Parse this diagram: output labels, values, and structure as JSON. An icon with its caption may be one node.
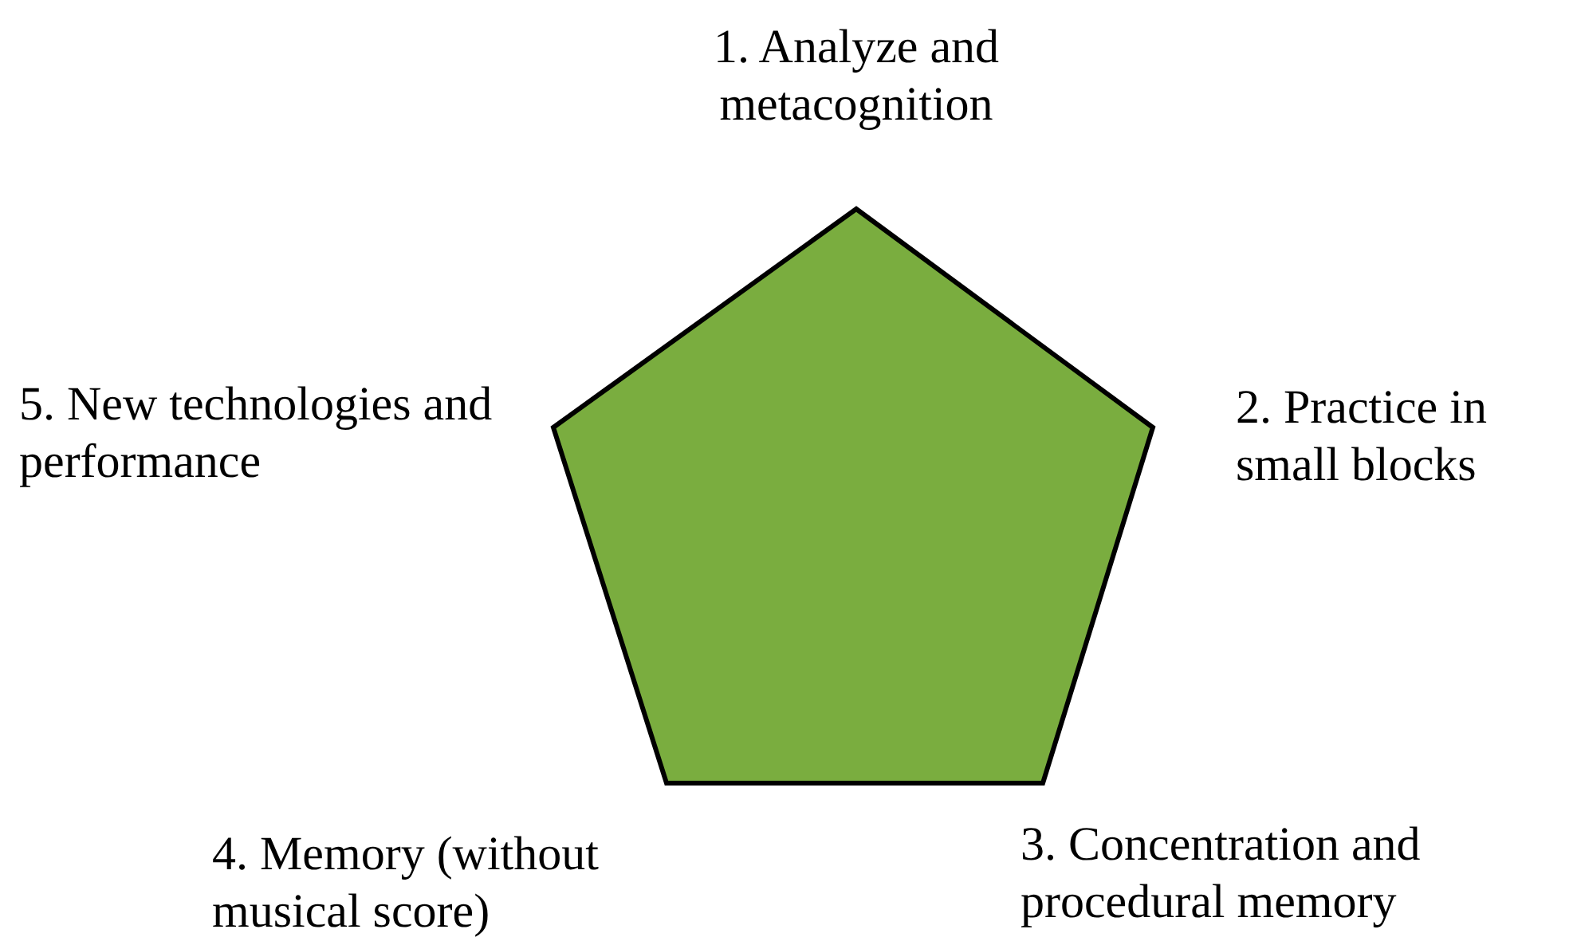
{
  "diagram": {
    "nodes": [
      {
        "text": [],
        "shape": "pentagon"
      }
    ],
    "edges": [],
    "labels": [
      "1. Analyze and metacognition",
      "2. Practice in small blocks",
      "3. Concentration and procedural memory",
      "4. Memory (without musical score)",
      "5. New technologies and performance"
    ]
  }
}
